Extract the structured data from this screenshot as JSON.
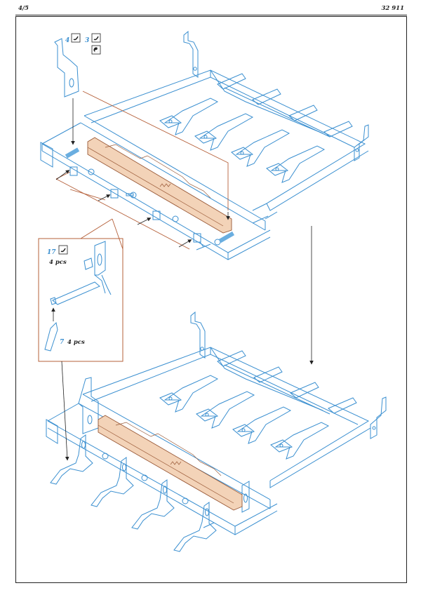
{
  "header": {
    "page_number": "4/5",
    "product_code": "32 911"
  },
  "callouts": {
    "part_a_number": "4",
    "part_b_number": "3",
    "detail_part_main": "17",
    "detail_qty_main": "4 pcs",
    "detail_part_small": "7",
    "detail_qty_small": "4 pcs"
  },
  "colors": {
    "line_blue": "#3a8fd0",
    "part_tan": "#f3d3b8",
    "part_brown_line": "#9a5a38",
    "leader_brown": "#b5603a",
    "frame_black": "#222222"
  },
  "icons": {
    "bend": "bend-icon",
    "hole": "drill-hole-icon"
  }
}
